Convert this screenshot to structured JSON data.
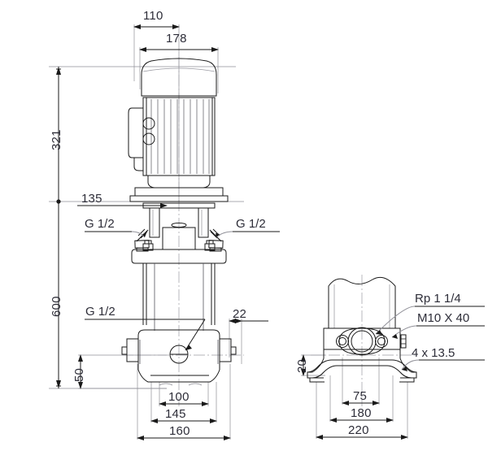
{
  "drawing": {
    "title": "Vertical multistage pump dimensional drawing",
    "background_color": "#ffffff",
    "line_color": "#1a1a1a",
    "thin_line_color": "#8a8a92",
    "text_color": "#2d2d38"
  },
  "views": {
    "front": {
      "name": "front-elevation",
      "parts": [
        "motor-fan-cover",
        "motor-fin-body",
        "terminal-box",
        "motor-flange",
        "pump-head",
        "air-vent-plugs",
        "tie-rods",
        "pump-sleeve",
        "pump-base",
        "drain-plug",
        "foot-flange"
      ]
    },
    "side": {
      "name": "side-elevation-base",
      "parts": [
        "pump-sleeve-break",
        "base-flange",
        "suction-port",
        "bolt-holes",
        "mounting-feet"
      ]
    }
  },
  "dimensions": {
    "front": [
      {
        "id": "d-110",
        "value": "110",
        "orientation": "horizontal",
        "note": "motor width upper"
      },
      {
        "id": "d-178",
        "value": "178",
        "orientation": "horizontal",
        "note": "motor width overall"
      },
      {
        "id": "d-321",
        "value": "321",
        "orientation": "vertical",
        "note": "motor height"
      },
      {
        "id": "d-600",
        "value": "600",
        "orientation": "vertical",
        "note": "overall height"
      },
      {
        "id": "d-135",
        "value": "135",
        "orientation": "horizontal",
        "note": "head offset"
      },
      {
        "id": "d-22",
        "value": "22",
        "orientation": "horizontal",
        "note": "flange ear width"
      },
      {
        "id": "d-50",
        "value": "50",
        "orientation": "vertical",
        "note": "port centreline height"
      },
      {
        "id": "d-100",
        "value": "100",
        "orientation": "horizontal",
        "note": "bolt spacing"
      },
      {
        "id": "d-145",
        "value": "145",
        "orientation": "horizontal",
        "note": "base width inner"
      },
      {
        "id": "d-160",
        "value": "160",
        "orientation": "horizontal",
        "note": "base width overall"
      }
    ],
    "side": [
      {
        "id": "d-20",
        "value": "20",
        "orientation": "vertical",
        "note": "foot thickness"
      },
      {
        "id": "d-75",
        "value": "75",
        "orientation": "horizontal",
        "note": "bolt hole spacing"
      },
      {
        "id": "d-180",
        "value": "180",
        "orientation": "horizontal",
        "note": "foot hole spacing"
      },
      {
        "id": "d-220",
        "value": "220",
        "orientation": "horizontal",
        "note": "base width overall"
      }
    ]
  },
  "callouts": [
    {
      "id": "c-g12-left",
      "text": "G 1/2",
      "target": "air-vent-plug-left"
    },
    {
      "id": "c-g12-right",
      "text": "G 1/2",
      "target": "air-vent-plug-right"
    },
    {
      "id": "c-g12-drain",
      "text": "G 1/2",
      "target": "drain-plug"
    },
    {
      "id": "c-rp",
      "text": "Rp 1 1/4",
      "target": "suction-discharge-port"
    },
    {
      "id": "c-m10",
      "text": "M10 X 40",
      "target": "bolt-hole-thread"
    },
    {
      "id": "c-holes",
      "text": "4  x  13.5",
      "target": "mounting-foot-hole",
      "count": "4",
      "size": "13.5"
    }
  ]
}
